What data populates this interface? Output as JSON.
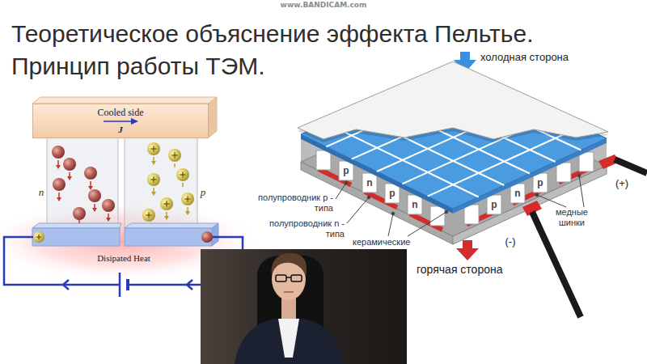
{
  "diagram": {
    "title": "Теоретическое объяснение эффекта Пельтье. Принцип работы ТЭМ.",
    "nodes": [
      {
        "text": [
          "Cooled side",
          "J"
        ]
      }
    ],
    "labels": [
      "www.BANDICAM.com",
      "n",
      "p",
      "Disipated Heat",
      "холодная сторона",
      "p",
      "n",
      "p",
      "n",
      "p",
      "n",
      "p",
      "(+)",
      "полупроводник р - типа",
      "полупроводник n - типа",
      "медные шинки",
      "керамические",
      "(-)",
      "горячая сторона"
    ]
  }
}
